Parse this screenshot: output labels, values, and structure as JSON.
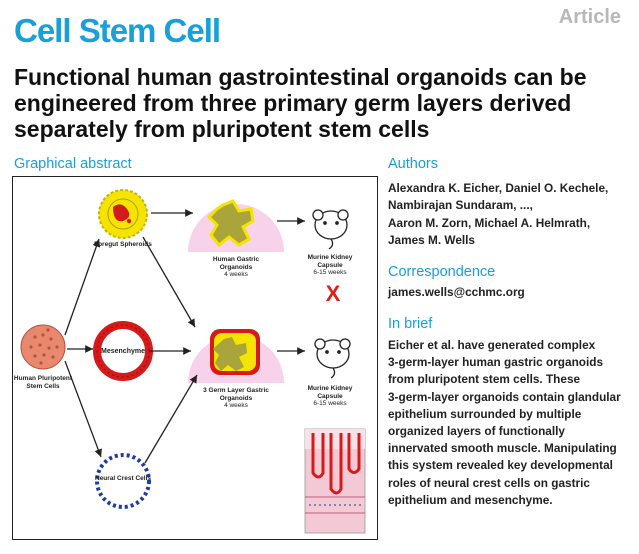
{
  "header": {
    "journal": "Cell Stem Cell",
    "article_type": "Article",
    "title": "Functional human gastrointestinal organoids can be engineered from three primary germ layers derived separately from pluripotent stem cells"
  },
  "graphical_abstract": {
    "heading": "Graphical abstract",
    "labels": {
      "hpsc": "Human Pluripotent Stem Cells",
      "foregut": "Foregut Spheroids",
      "mesenchyme": "Mesenchyme",
      "neural_crest": "Neural Crest Cells",
      "hgo": "Human Gastric Organoids",
      "hgo_time": "4 weeks",
      "germ3": "3 Germ Layer Gastric Organoids",
      "germ3_time": "4 weeks",
      "kidney1": "Murine Kidney Capsule",
      "kidney1_time": "6-15 weeks",
      "kidney2": "Murine Kidney Capsule",
      "kidney2_time": "6-15 weeks",
      "fail_mark": "X"
    },
    "colors": {
      "yellow": "#f4e400",
      "red": "#d61a1a",
      "pink": "#f8d2ea",
      "olive": "#a9a53a",
      "blue": "#1b3da0",
      "salmon": "#e8896e"
    }
  },
  "authors": {
    "heading": "Authors",
    "lines": [
      "Alexandra K. Eicher, Daniel O. Kechele,",
      "Nambirajan Sundaram, ...,",
      "Aaron M. Zorn, Michael A. Helmrath,",
      "James M. Wells"
    ]
  },
  "correspondence": {
    "heading": "Correspondence",
    "email": "james.wells@cchmc.org"
  },
  "in_brief": {
    "heading": "In brief",
    "lines": [
      "Eicher et al. have generated complex",
      "3-germ-layer human gastric organoids",
      "from pluripotent stem cells. These",
      "3-germ-layer organoids contain glandular",
      "epithelium surrounded by multiple",
      "organized layers of functionally",
      "innervated smooth muscle. Manipulating",
      "this system revealed key developmental",
      "roles of neural crest cells on gastric",
      "epithelium and mesenchyme."
    ]
  }
}
